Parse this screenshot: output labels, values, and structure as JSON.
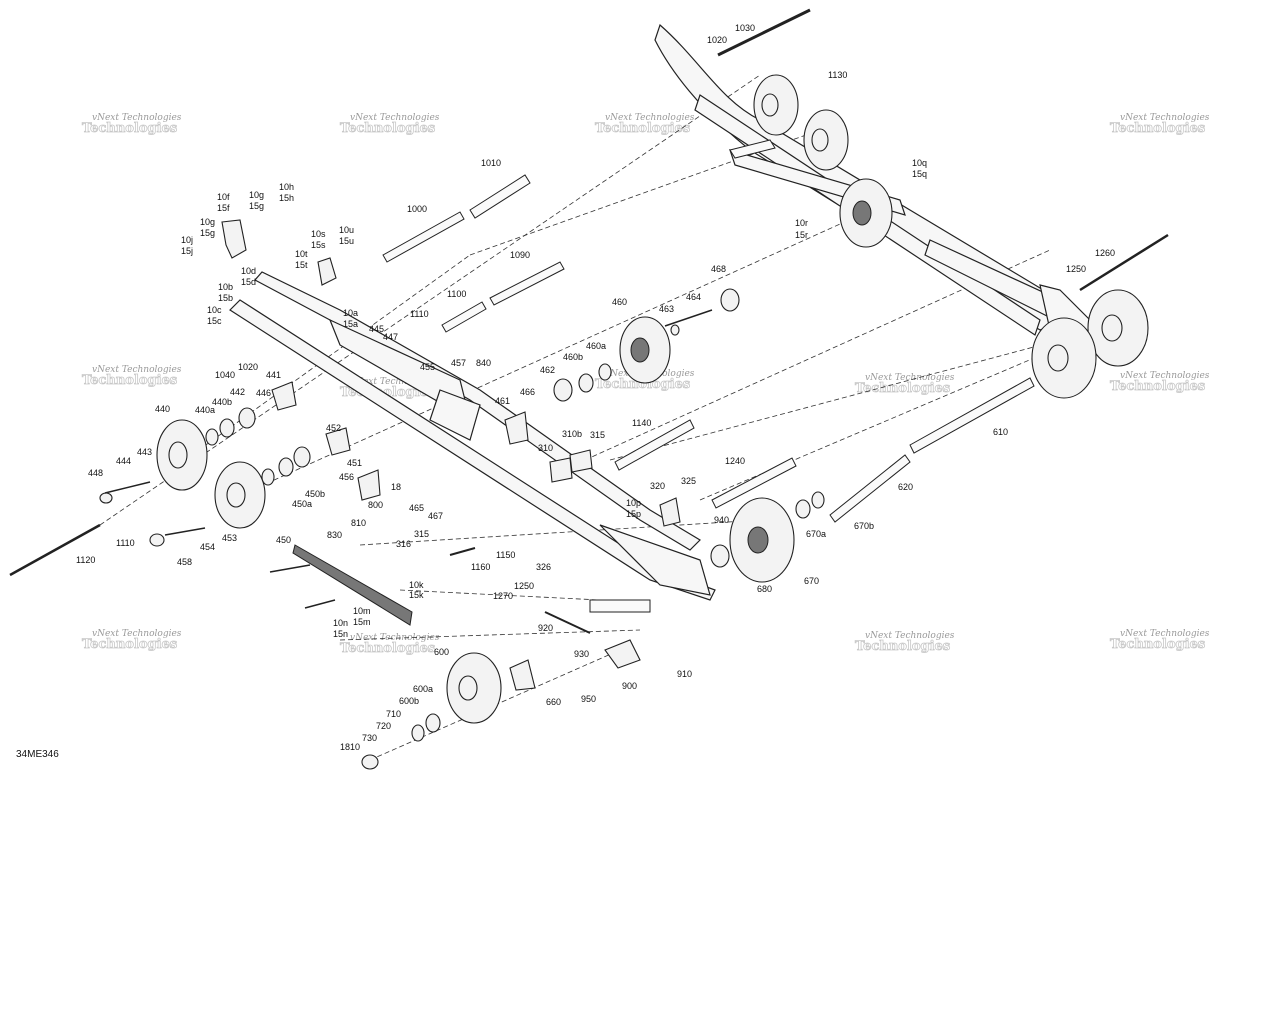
{
  "diagram_code": "34ME346",
  "watermark": {
    "line1": "vNext Technologies",
    "line2": "Technologies"
  },
  "labels": [
    [
      "1030",
      735,
      31
    ],
    [
      "1020",
      707,
      43
    ],
    [
      "1130",
      828,
      78
    ],
    [
      "10q",
      912,
      166
    ],
    [
      "15q",
      912,
      177
    ],
    [
      "10r",
      795,
      226
    ],
    [
      "15r",
      795,
      238
    ],
    [
      "1260",
      1095,
      256
    ],
    [
      "1250",
      1066,
      272
    ],
    [
      "1010",
      481,
      166
    ],
    [
      "1000",
      407,
      212
    ],
    [
      "10f",
      217,
      200
    ],
    [
      "15f",
      217,
      211
    ],
    [
      "10g",
      249,
      198
    ],
    [
      "15g",
      249,
      209
    ],
    [
      "10h",
      279,
      190
    ],
    [
      "15h",
      279,
      201
    ],
    [
      "10g",
      200,
      225
    ],
    [
      "15g",
      200,
      236
    ],
    [
      "10j",
      181,
      243
    ],
    [
      "15j",
      181,
      254
    ],
    [
      "10s",
      311,
      237
    ],
    [
      "15s",
      311,
      248
    ],
    [
      "10u",
      339,
      233
    ],
    [
      "15u",
      339,
      244
    ],
    [
      "10t",
      295,
      257
    ],
    [
      "15t",
      295,
      268
    ],
    [
      "1090",
      510,
      258
    ],
    [
      "10d",
      241,
      274
    ],
    [
      "15d",
      241,
      285
    ],
    [
      "10b",
      218,
      290
    ],
    [
      "15b",
      218,
      301
    ],
    [
      "10c",
      207,
      313
    ],
    [
      "15c",
      207,
      324
    ],
    [
      "10a",
      343,
      316
    ],
    [
      "15a",
      343,
      327
    ],
    [
      "1110",
      410,
      317
    ],
    [
      "1100",
      447,
      297
    ],
    [
      "445",
      369,
      332
    ],
    [
      "447",
      383,
      340
    ],
    [
      "468",
      711,
      272
    ],
    [
      "460",
      612,
      305
    ],
    [
      "463",
      659,
      312
    ],
    [
      "464",
      686,
      300
    ],
    [
      "1040",
      215,
      378
    ],
    [
      "1020",
      238,
      370
    ],
    [
      "455",
      420,
      370
    ],
    [
      "457",
      451,
      366
    ],
    [
      "840",
      476,
      366
    ],
    [
      "460b",
      563,
      360
    ],
    [
      "460a",
      586,
      349
    ],
    [
      "441",
      266,
      378
    ],
    [
      "442",
      230,
      395
    ],
    [
      "440b",
      212,
      405
    ],
    [
      "440a",
      195,
      413
    ],
    [
      "446",
      256,
      396
    ],
    [
      "440",
      155,
      412
    ],
    [
      "462",
      540,
      373
    ],
    [
      "466",
      520,
      395
    ],
    [
      "461",
      495,
      404
    ],
    [
      "1140",
      632,
      426
    ],
    [
      "315",
      590,
      438
    ],
    [
      "310b",
      562,
      437
    ],
    [
      "310",
      538,
      451
    ],
    [
      "444",
      116,
      464
    ],
    [
      "443",
      137,
      455
    ],
    [
      "448",
      88,
      476
    ],
    [
      "452",
      326,
      431
    ],
    [
      "451",
      347,
      466
    ],
    [
      "456",
      339,
      480
    ],
    [
      "450b",
      305,
      497
    ],
    [
      "450a",
      292,
      507
    ],
    [
      "18",
      391,
      490
    ],
    [
      "465",
      409,
      511
    ],
    [
      "467",
      428,
      519
    ],
    [
      "800",
      368,
      508
    ],
    [
      "810",
      351,
      526
    ],
    [
      "1240",
      725,
      464
    ],
    [
      "320",
      650,
      489
    ],
    [
      "325",
      681,
      484
    ],
    [
      "10p",
      626,
      506
    ],
    [
      "15p",
      626,
      517
    ],
    [
      "940",
      714,
      523
    ],
    [
      "610",
      993,
      435
    ],
    [
      "620",
      898,
      490
    ],
    [
      "670b",
      854,
      529
    ],
    [
      "670a",
      806,
      537
    ],
    [
      "670",
      804,
      584
    ],
    [
      "680",
      757,
      592
    ],
    [
      "1110",
      116,
      546
    ],
    [
      "1120",
      76,
      563
    ],
    [
      "454",
      200,
      550
    ],
    [
      "453",
      222,
      541
    ],
    [
      "458",
      177,
      565
    ],
    [
      "450",
      276,
      543
    ],
    [
      "830",
      327,
      538
    ],
    [
      "316",
      396,
      547
    ],
    [
      "315",
      414,
      537
    ],
    [
      "1150",
      496,
      558
    ],
    [
      "1160",
      471,
      570
    ],
    [
      "326",
      536,
      570
    ],
    [
      "1250",
      514,
      589
    ],
    [
      "1270",
      493,
      599
    ],
    [
      "10k",
      409,
      588
    ],
    [
      "15k",
      409,
      598
    ],
    [
      "10m",
      353,
      614
    ],
    [
      "15m",
      353,
      625
    ],
    [
      "10n",
      333,
      626
    ],
    [
      "15n",
      333,
      637
    ],
    [
      "920",
      538,
      631
    ],
    [
      "930",
      574,
      657
    ],
    [
      "900",
      622,
      689
    ],
    [
      "910",
      677,
      677
    ],
    [
      "950",
      581,
      702
    ],
    [
      "660",
      546,
      705
    ],
    [
      "600",
      434,
      655
    ],
    [
      "600a",
      413,
      692
    ],
    [
      "600b",
      399,
      704
    ],
    [
      "710",
      386,
      717
    ],
    [
      "720",
      376,
      729
    ],
    [
      "730",
      362,
      741
    ],
    [
      "1810",
      340,
      750
    ]
  ]
}
